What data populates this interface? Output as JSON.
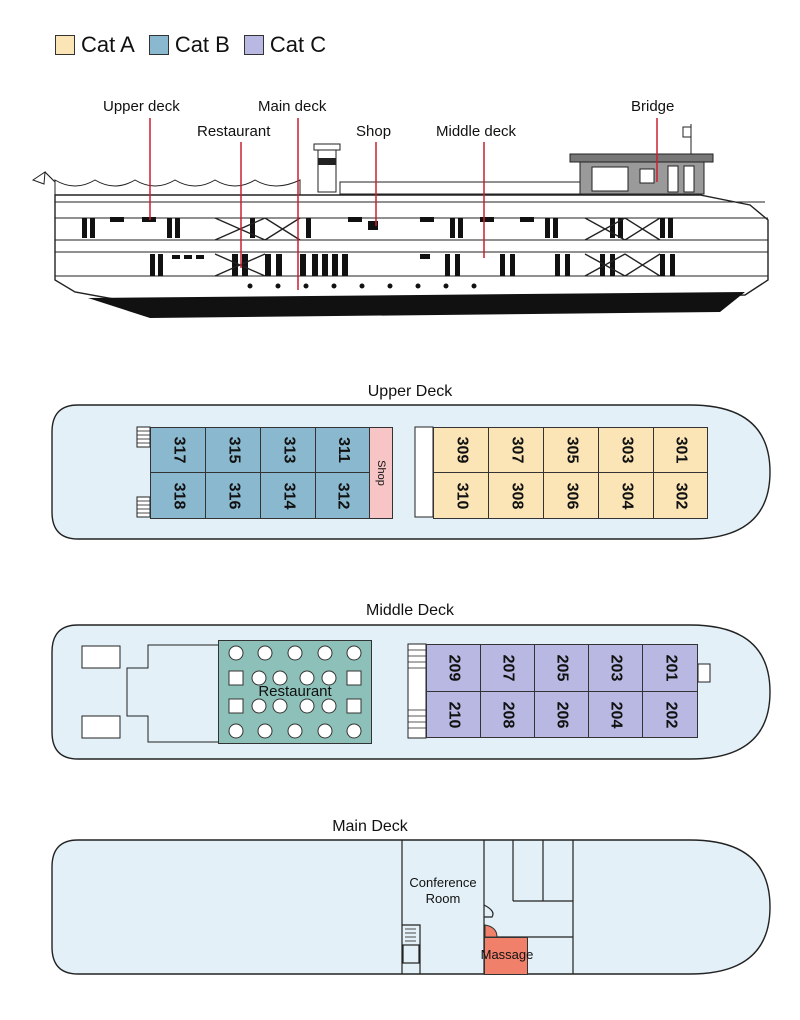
{
  "legend": [
    {
      "label": "Cat A",
      "color": "#fbe5b6"
    },
    {
      "label": "Cat B",
      "color": "#8ab8cf"
    },
    {
      "label": "Cat C",
      "color": "#b8b8e2"
    }
  ],
  "profile_labels": {
    "upper_deck": "Upper deck",
    "main_deck": "Main deck",
    "restaurant": "Restaurant",
    "shop": "Shop",
    "middle_deck": "Middle deck",
    "bridge": "Bridge"
  },
  "upper_deck": {
    "title": "Upper Deck",
    "aft_cabins": {
      "top": [
        "317",
        "315",
        "313",
        "311"
      ],
      "bottom": [
        "318",
        "316",
        "314",
        "312"
      ]
    },
    "shop": "Shop",
    "fwd_cabins": {
      "top": [
        "309",
        "307",
        "305",
        "303",
        "301"
      ],
      "bottom": [
        "310",
        "308",
        "306",
        "304",
        "302"
      ]
    }
  },
  "middle_deck": {
    "title": "Middle Deck",
    "restaurant": "Restaurant",
    "cabins": {
      "top": [
        "209",
        "207",
        "205",
        "203",
        "201"
      ],
      "bottom": [
        "210",
        "208",
        "206",
        "204",
        "202"
      ]
    }
  },
  "main_deck": {
    "title": "Main Deck",
    "conference": "Conference Room",
    "massage": "Massage"
  },
  "colors": {
    "hull_fill": "#e3f0f7",
    "cat_a": "#fbe5b6",
    "cat_b": "#8ab8cf",
    "cat_c": "#b8b8e2",
    "restaurant": "#8cc0b8",
    "shop": "#f7c5c5",
    "massage": "#f0806a",
    "pointer": "#cc1f2e"
  }
}
